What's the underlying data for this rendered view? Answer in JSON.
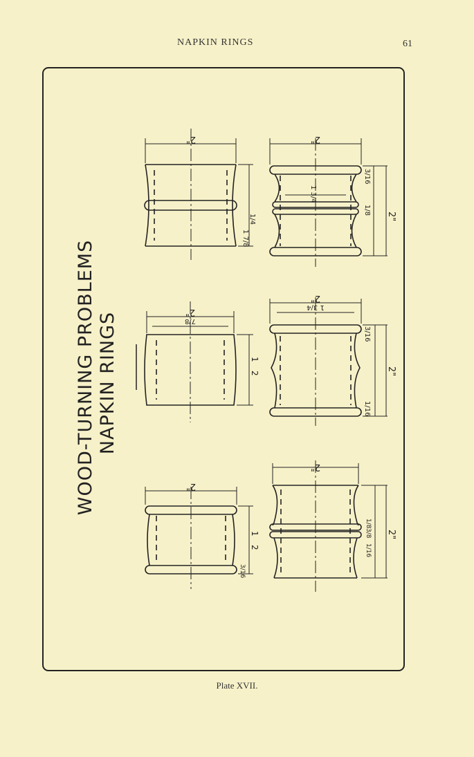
{
  "header": {
    "title": "NAPKIN RINGS",
    "page_number": "61"
  },
  "plate": {
    "heading_line1": "WOOD-TURNING PROBLEMS",
    "heading_line2": "NAPKIN RINGS",
    "caption": "Plate XVII."
  },
  "dimensions": {
    "two_in": "2\"",
    "one_half_num": "1",
    "one_half_den": "2",
    "one_quarter": "1/4",
    "one_eighth": "1/8",
    "one_sixteenth": "1/16",
    "three_sixteenths": "3/16",
    "three_eighths": "3/8",
    "seven_eighths": "7/8",
    "seven_eighths_a": "1 7/8",
    "three_quarters": "1 3/4"
  }
}
